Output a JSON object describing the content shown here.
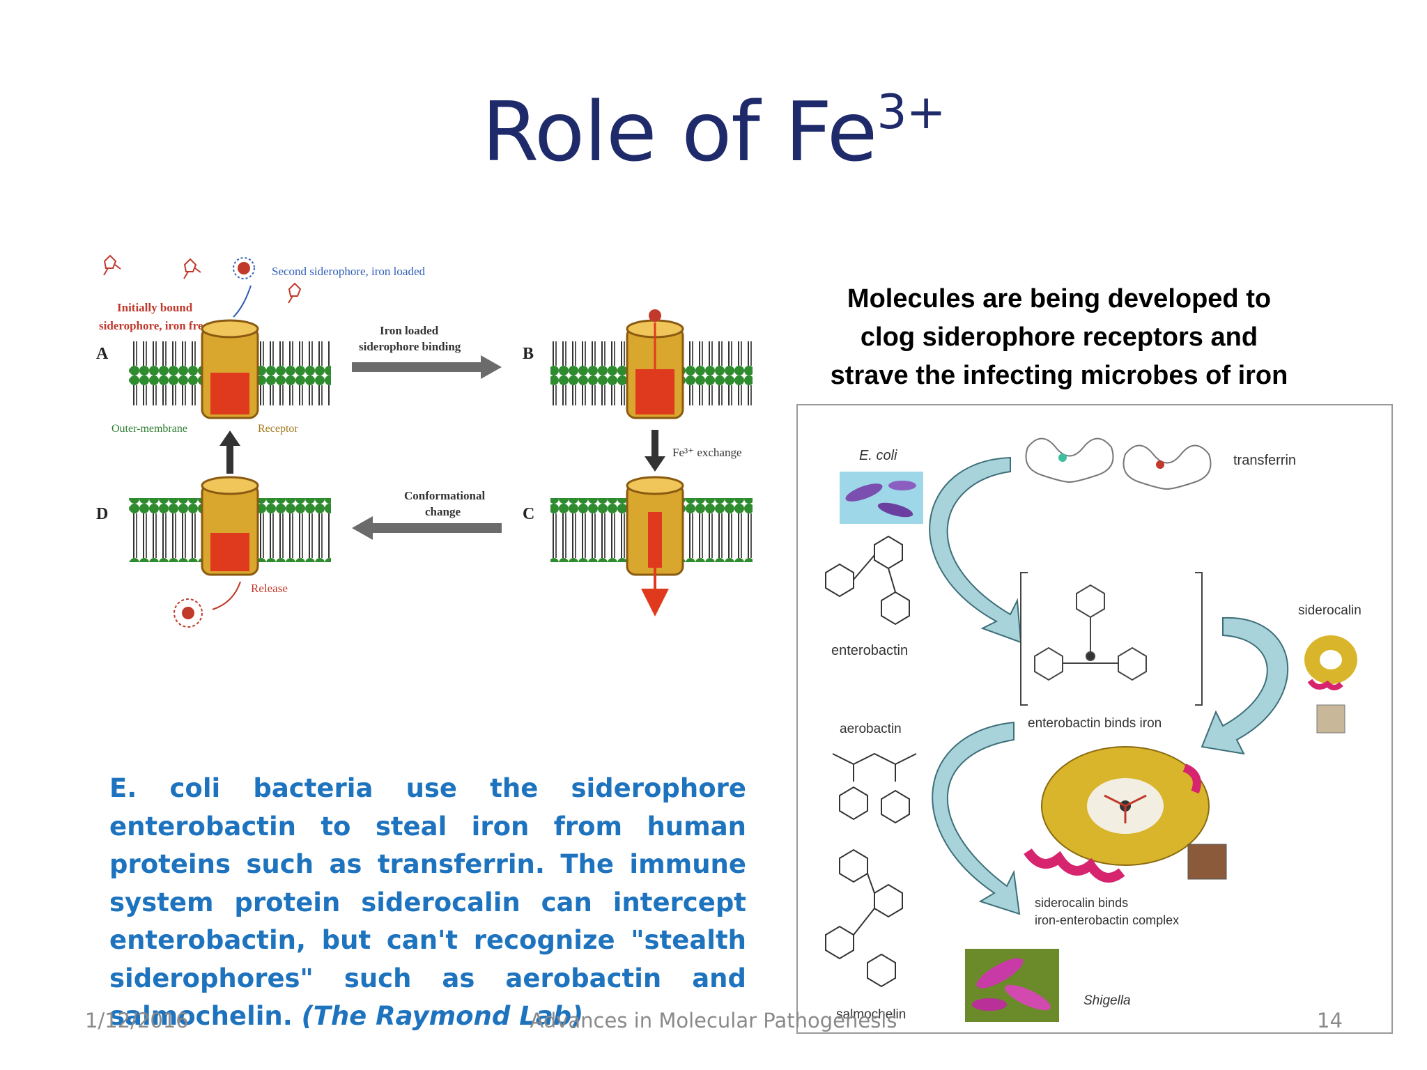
{
  "slide": {
    "title_base": "Role of Fe",
    "title_superscript": "3+",
    "footer": {
      "date": "1/12/2016",
      "center": "Advances in Molecular Pathogenesis",
      "page": "14"
    }
  },
  "left_figure": {
    "panels": [
      "A",
      "B",
      "C",
      "D"
    ],
    "labels": {
      "second_siderophore": "Second siderophore, iron loaded",
      "initially_bound_1": "Initially bound",
      "initially_bound_2": "siderophore, iron free",
      "iron_loaded_1": "Iron loaded",
      "iron_loaded_2": "siderophore binding",
      "outer_membrane": "Outer-membrane",
      "receptor": "Receptor",
      "fe_exchange": "Fe³⁺ exchange",
      "conformational_1": "Conformational",
      "conformational_2": "change",
      "release": "Release"
    }
  },
  "right_figure": {
    "heading_line1": "Molecules are being developed to",
    "heading_line2": "clog siderophore receptors and",
    "heading_line3": "strave the infecting microbes of iron",
    "labels": {
      "ecoli": "E. coli",
      "transferrin": "transferrin",
      "enterobactin": "enterobactin",
      "siderocalin": "siderocalin",
      "enterobactin_binds": "enterobactin binds iron",
      "aerobactin": "aerobactin",
      "siderocalin_binds_1": "siderocalin binds",
      "siderocalin_binds_2": "iron-enterobactin complex",
      "salmochelin": "salmochelin",
      "shigella": "Shigella"
    }
  },
  "body": {
    "text": "E. coli bacteria use the siderophore enterobactin to steal iron from human proteins such as transferrin. The immune system protein siderocalin can intercept enterobactin, but can't recognize \"stealth siderophores\" such as aerobactin and salmochelin. ",
    "citation": "(The Raymond Lab)"
  },
  "colors": {
    "title": "#1f2a6b",
    "body_text": "#1e73be",
    "footer": "#8a8a8a",
    "lipid_head": "#2e8b2e",
    "receptor": "#d9a62e",
    "channel_red": "#e03a1e",
    "arrow_gray": "#6b6b6b",
    "arrow_teal": "#a9d3da",
    "protein_yellow": "#d8b52a",
    "helix_pink": "#d6246e"
  }
}
